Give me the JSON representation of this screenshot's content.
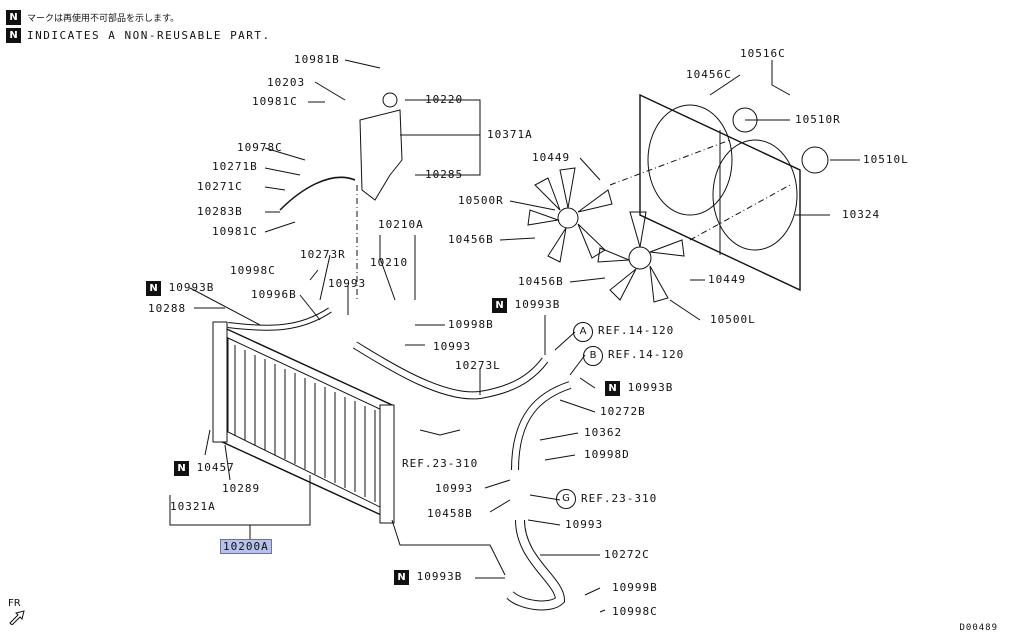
{
  "legend": {
    "n_marker": "N",
    "japanese": "マークは再使用不可部品を示します。",
    "english": "INDICATES A NON-REUSABLE PART."
  },
  "labels": {
    "p10981B": "10981B",
    "p10203": "10203",
    "p10981C_top": "10981C",
    "p10220": "10220",
    "p10371A": "10371A",
    "p10978C": "10978C",
    "p10271B": "10271B",
    "p10271C": "10271C",
    "p10283B": "10283B",
    "p10981C_low": "10981C",
    "p10285": "10285",
    "p10516C": "10516C",
    "p10456C": "10456C",
    "p10510R": "10510R",
    "p10449_top": "10449",
    "p10510L": "10510L",
    "p10500R": "10500R",
    "p10324": "10324",
    "p10456B_a": "10456B",
    "p10456B_b": "10456B",
    "p10449_mid": "10449",
    "p10500L": "10500L",
    "p10210A": "10210A",
    "p10273R": "10273R",
    "p10210": "10210",
    "p10998C_top": "10998C",
    "p10993_a": "10993",
    "p10993B_a": "10993B",
    "p10996B": "10996B",
    "p10288": "10288",
    "p10998B": "10998B",
    "p10993_b": "10993",
    "p10993B_b": "10993B",
    "ref14_120_a": "REF.14-120",
    "ref14_120_b": "REF.14-120",
    "p10273L": "10273L",
    "p10993B_c": "10993B",
    "p10272B": "10272B",
    "p10362": "10362",
    "p10998D": "10998D",
    "ref23_310_a": "REF.23-310",
    "p10457": "10457",
    "p10289": "10289",
    "p10993_c": "10993",
    "ref23_310_b": "REF.23-310",
    "p10321A": "10321A",
    "p10458B": "10458B",
    "p10993_d": "10993",
    "p10200A": "10200A",
    "p10272C": "10272C",
    "p10993B_d": "10993B",
    "p10999B": "10999B",
    "p10998C_low": "10998C"
  },
  "circles": {
    "a": "A",
    "b": "B",
    "g": "G"
  },
  "fr": "FR",
  "code": "D00489",
  "colors": {
    "highlight": "#b7c2ea",
    "line": "#111111"
  }
}
